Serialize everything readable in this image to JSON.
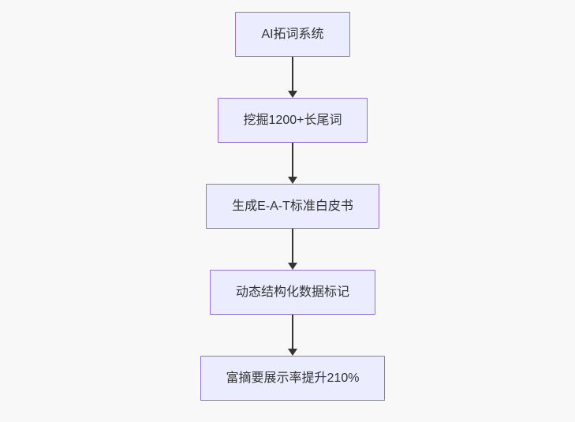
{
  "diagram": {
    "type": "flowchart",
    "direction": "top-down",
    "nodes": [
      {
        "id": "step-1",
        "label": "AI拓词系统"
      },
      {
        "id": "step-2",
        "label": "挖掘1200+长尾词"
      },
      {
        "id": "step-3",
        "label": "生成E-A-T标准白皮书"
      },
      {
        "id": "step-4",
        "label": "动态结构化数据标记"
      },
      {
        "id": "step-5",
        "label": "富摘要展示率提升210%"
      }
    ],
    "edges": [
      {
        "from": "step-1",
        "to": "step-2"
      },
      {
        "from": "step-2",
        "to": "step-3"
      },
      {
        "from": "step-3",
        "to": "step-4"
      },
      {
        "from": "step-4",
        "to": "step-5"
      }
    ],
    "colors": {
      "background": "#f8f8f8",
      "node_fill": "#ECECFF",
      "node_border": "#9370DB",
      "node_text": "#333333",
      "arrow": "#333333"
    }
  }
}
